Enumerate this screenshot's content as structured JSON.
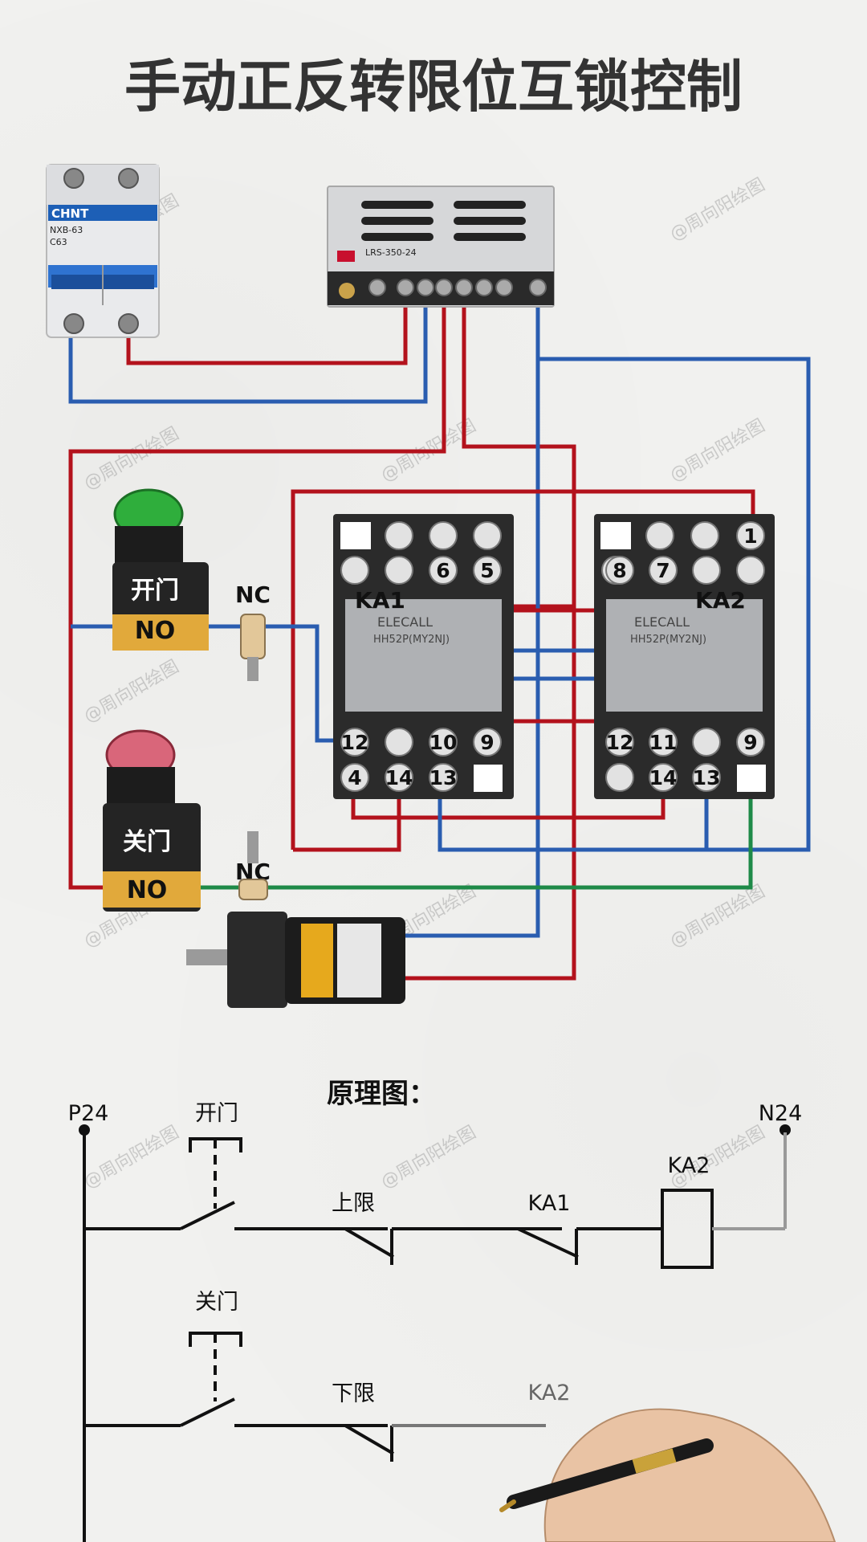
{
  "title": "手动正反转限位互锁控制",
  "breaker": {
    "brand": "CHNT",
    "model": "NXB-63",
    "rating": "C63"
  },
  "power_supply": {
    "model": "LRS-350-24"
  },
  "relays": {
    "ka1": "KA1",
    "ka2": "KA2",
    "brand": "ELECALL",
    "model": "HH52P(MY2NJ)"
  },
  "terminals": {
    "ka1_top": [
      "6",
      "5"
    ],
    "ka1_bottom_top": [
      "12",
      "10",
      "9"
    ],
    "ka1_bottom": [
      "4",
      "14",
      "13"
    ],
    "ka2_top": [
      "1",
      "8",
      "7"
    ],
    "ka2_bottom_top": [
      "12",
      "11",
      "9"
    ],
    "ka2_bottom": [
      "14",
      "13"
    ]
  },
  "buttons": {
    "open": "开门",
    "close": "关门",
    "no": "NO",
    "nc": "NC"
  },
  "schematic": {
    "heading": "原理图：",
    "p24": "P24",
    "n24": "N24",
    "open": "开门",
    "close": "关门",
    "upper_limit": "上限",
    "lower_limit": "下限",
    "ka1": "KA1",
    "ka2_coil": "KA2",
    "ka2_contact": "KA2"
  },
  "watermark": "@周向阳绘图",
  "colors": {
    "red_wire": "#b3121c",
    "blue_wire": "#2a5db0",
    "green_wire": "#1e8a48",
    "green_button": "#2fae3c",
    "red_button": "#d9667a"
  }
}
